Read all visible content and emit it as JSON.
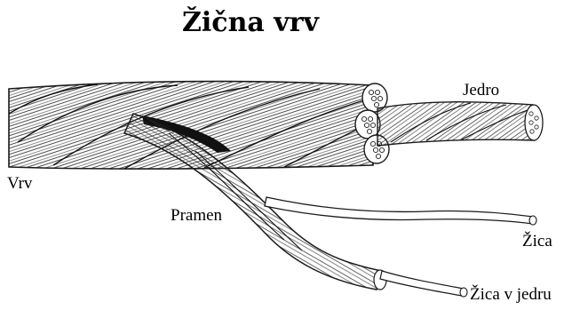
{
  "title": "Žična vrv",
  "labels": {
    "jedro": "Jedro",
    "vrv": "Vrv",
    "pramen": "Pramen",
    "zica": "Žica",
    "zica_v_jedru": "Žica v jedru"
  },
  "colors": {
    "ink": "#1a1a1a",
    "fill": "#ffffff",
    "shadow": "#111111"
  }
}
